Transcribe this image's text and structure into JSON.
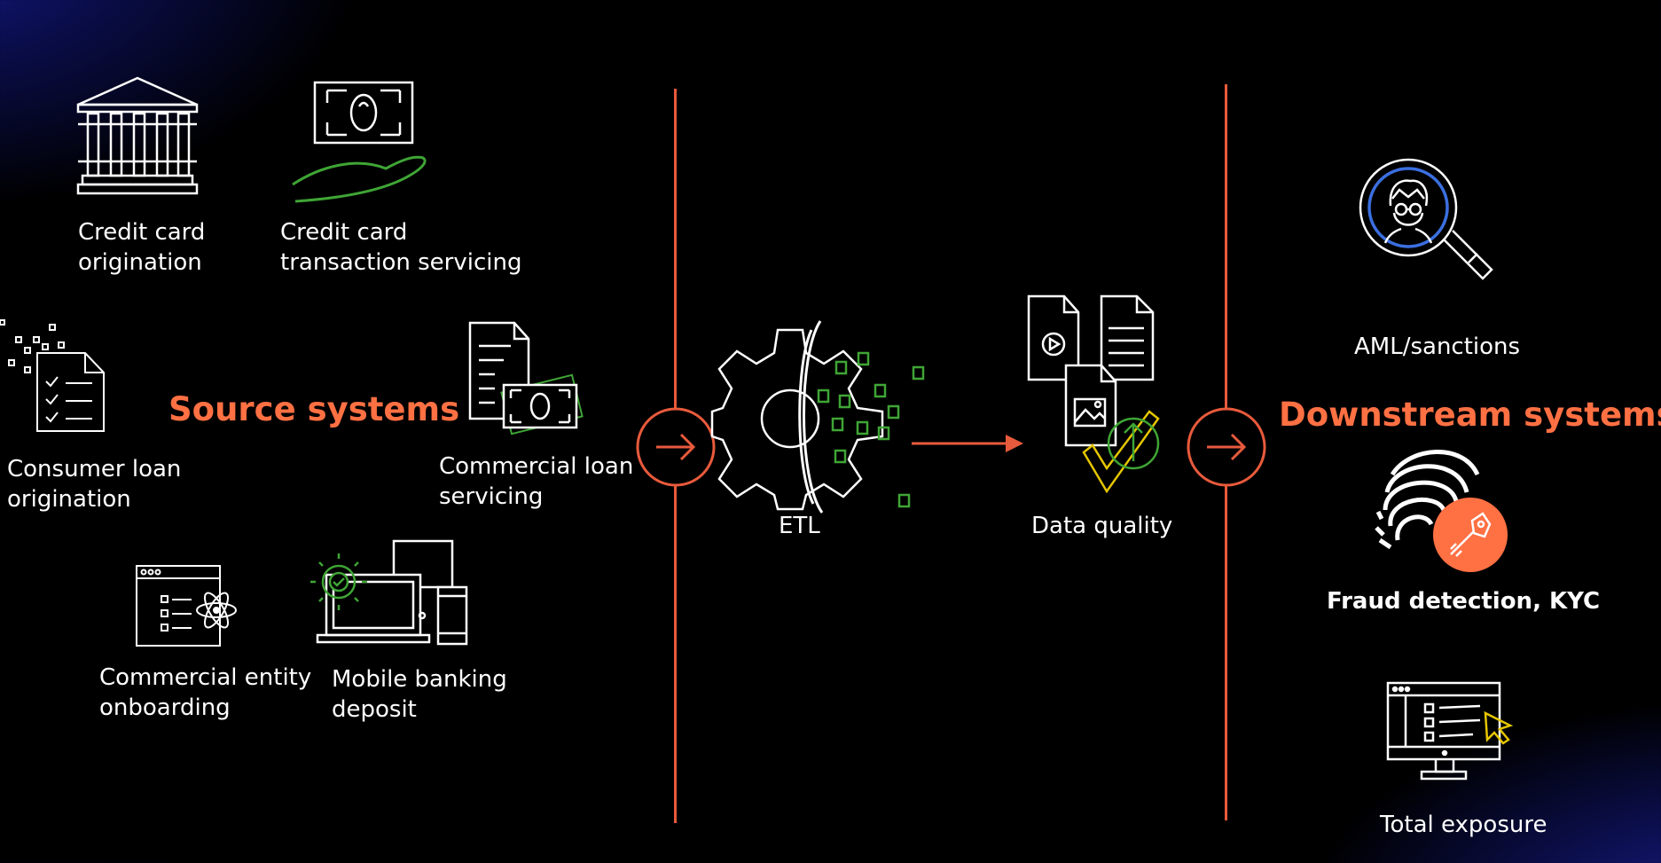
{
  "colors": {
    "accent": "#ff7043",
    "line": "#e85a3c",
    "green": "#3fa535",
    "blue": "#3b6fe0",
    "yellow": "#e6c600",
    "icon": "#ffffff"
  },
  "source": {
    "heading": "Source systems",
    "items": [
      {
        "icon": "bank-icon",
        "line1": "Credit card",
        "line2": "origination"
      },
      {
        "icon": "cash-in-hand-icon",
        "line1": "Credit card",
        "line2": "transaction servicing"
      },
      {
        "icon": "checklist-document-icon",
        "line1": "Consumer loan",
        "line2": "origination"
      },
      {
        "icon": "document-money-icon",
        "line1": "Commercial loan",
        "line2": "servicing"
      },
      {
        "icon": "entity-window-icon",
        "line1": "Commercial entity",
        "line2": "onboarding"
      },
      {
        "icon": "devices-icon",
        "line1": "Mobile banking",
        "line2": "deposit"
      }
    ]
  },
  "pipeline": {
    "etl_label": "ETL",
    "dq_label": "Data quality"
  },
  "downstream": {
    "heading": "Downstream systems",
    "items": [
      {
        "icon": "magnifier-person-icon",
        "label": "AML/sanctions"
      },
      {
        "icon": "fingerprint-key-icon",
        "label": "Fraud detection, KYC"
      },
      {
        "icon": "monitor-checklist-icon",
        "label": "Total exposure"
      }
    ]
  }
}
